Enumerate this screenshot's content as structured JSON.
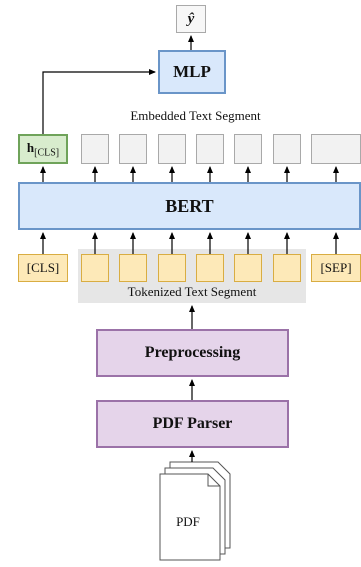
{
  "output_label": "ŷ",
  "mlp_label": "MLP",
  "embedded_label": "Embedded Text Segment",
  "h_cls": {
    "main": "h",
    "sub": "[CLS]"
  },
  "bert_label": "BERT",
  "cls_token": "[CLS]",
  "sep_token": "[SEP]",
  "tokenized_label": "Tokenized Text Segment",
  "preprocessing_label": "Preprocessing",
  "pdf_parser_label": "PDF Parser",
  "pdf_label": "PDF",
  "colors": {
    "blue_fill": "#d9e8fb",
    "blue_border": "#6a95c8",
    "purple_fill": "#e5d4ea",
    "purple_border": "#9b72a8",
    "yellow_fill": "#fde9b8",
    "yellow_border": "#d9ad42",
    "green_fill": "#d8eccd",
    "green_border": "#6fa35a",
    "gray_fill": "#f2f2f2",
    "gray_border": "#a9a9a9"
  }
}
